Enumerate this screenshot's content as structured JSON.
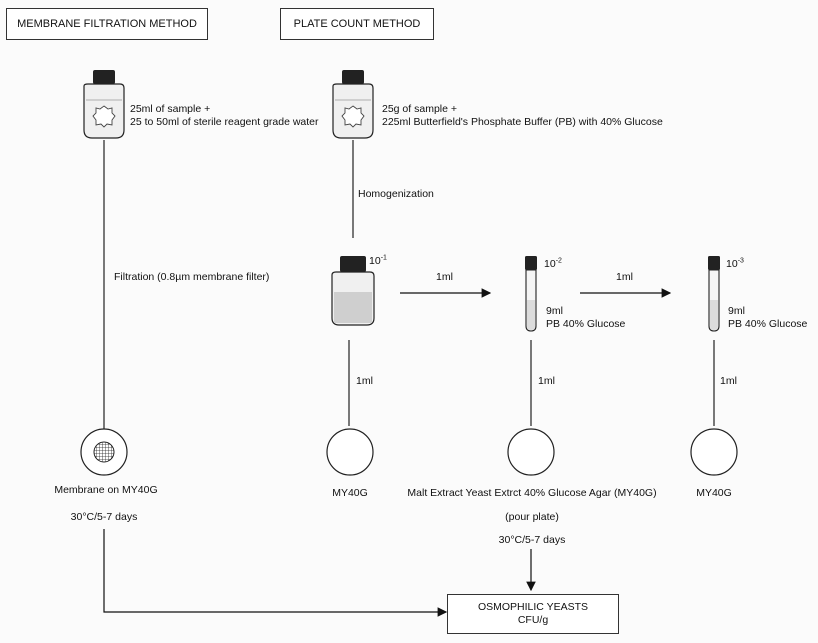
{
  "headers": {
    "membrane": "MEMBRANE FILTRATION METHOD",
    "plate": "PLATE COUNT METHOD"
  },
  "membrane": {
    "sample_line1": "25ml of sample +",
    "sample_line2": "25 to 50ml of sterile reagent grade water",
    "filtration": "Filtration (0.8µm membrane filter)",
    "plate_label": "Membrane on MY40G",
    "incubation": "30°C/5-7 days"
  },
  "plate_count": {
    "sample_line1": "25g of sample +",
    "sample_line2": "225ml Butterfield's Phosphate Buffer (PB) with 40% Glucose",
    "homogenization": "Homogenization",
    "dilution1": {
      "base": "10",
      "exp": "-1"
    },
    "dilution2": {
      "base": "10",
      "exp": "-2"
    },
    "dilution3": {
      "base": "10",
      "exp": "-3"
    },
    "transfer1": "1ml",
    "transfer2": "1ml",
    "tube2_vol": "9ml",
    "tube2_medium": "PB 40% Glucose",
    "tube3_vol": "9ml",
    "tube3_medium": "PB 40% Glucose",
    "plate_transfer1": "1ml",
    "plate_transfer2": "1ml",
    "plate_transfer3": "1ml",
    "plate1_label": "MY40G",
    "plate2_label": "Malt Extract Yeast Extrct 40% Glucose Agar (MY40G)",
    "plate2_method": "(pour plate)",
    "plate3_label": "MY40G",
    "incubation": "30°C/5-7 days"
  },
  "result": {
    "line1": "OSMOPHILIC YEASTS",
    "line2": "CFU/g"
  }
}
